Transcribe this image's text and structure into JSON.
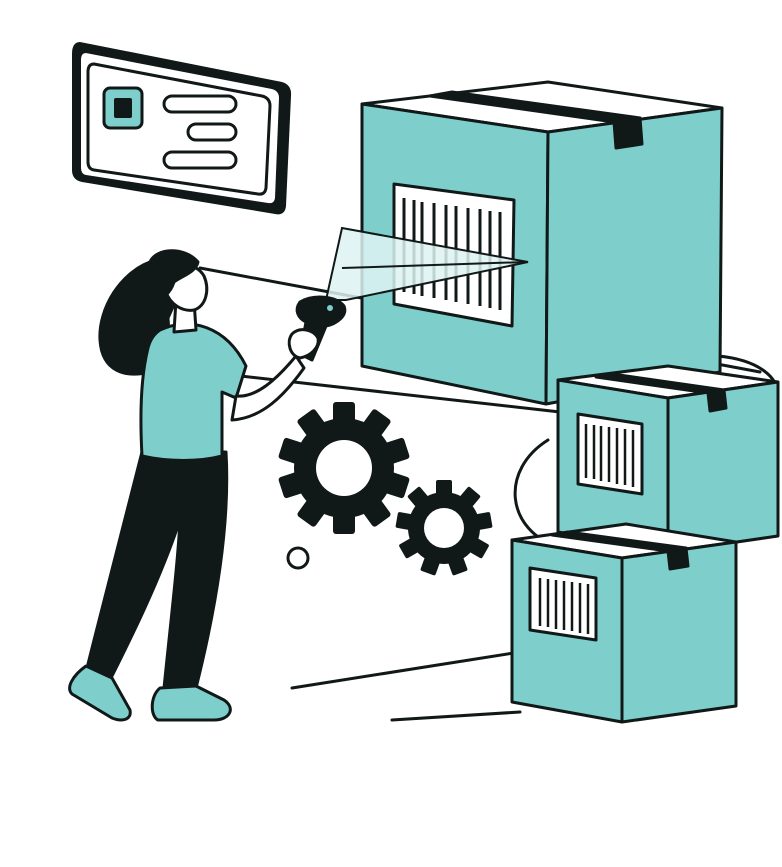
{
  "illustration": {
    "subject": "warehouse-barcode-scanning",
    "elements": [
      "screen-card-icon",
      "woman-with-barcode-scanner",
      "scanner-beam",
      "large-box-with-barcode",
      "medium-box-with-barcode",
      "small-box-with-barcode",
      "gear-large-icon",
      "gear-small-icon",
      "floor-lines"
    ]
  },
  "colors": {
    "teal": "#7ECFCC",
    "ink": "#111818",
    "paper": "#ffffff",
    "beam": "#DDF3F2"
  }
}
